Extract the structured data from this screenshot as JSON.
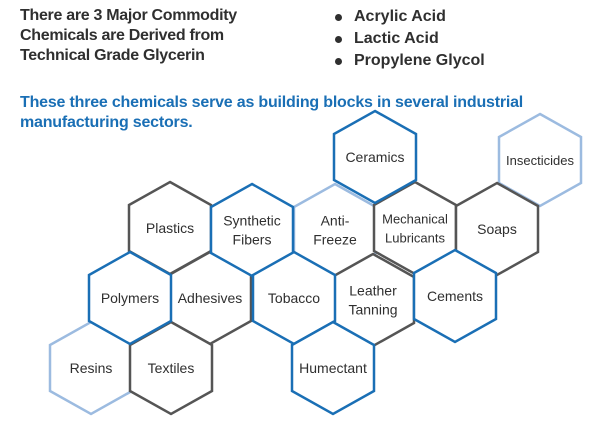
{
  "intro": {
    "line1": "There are 3 Major Commodity",
    "line2": "Chemicals are Derived from",
    "line3": "Technical Grade Glycerin"
  },
  "bullets": [
    "Acrylic Acid",
    "Lactic Acid",
    "Propylene Glycol"
  ],
  "subtitle": {
    "line1": "These three chemicals serve as building blocks in several industrial",
    "line2": "manufacturing sectors."
  },
  "colors": {
    "dark": "#555555",
    "blue": "#1a6fb5",
    "light_blue": "#9cbbe0",
    "text": "#2f2f2f"
  },
  "hexagons": [
    {
      "name": "ceramics",
      "lines": [
        "Ceramics"
      ],
      "style": "blue"
    },
    {
      "name": "insecticides",
      "lines": [
        "Insecticides"
      ],
      "style": "light"
    },
    {
      "name": "plastics",
      "lines": [
        "Plastics"
      ],
      "style": "dark"
    },
    {
      "name": "synthetic-fibers",
      "lines": [
        "Synthetic",
        "Fibers"
      ],
      "style": "blue"
    },
    {
      "name": "anti-freeze",
      "lines": [
        "Anti-",
        "Freeze"
      ],
      "style": "light"
    },
    {
      "name": "mechanical-lubricants",
      "lines": [
        "Mechanical",
        "Lubricants"
      ],
      "style": "dark"
    },
    {
      "name": "soaps",
      "lines": [
        "Soaps"
      ],
      "style": "dark"
    },
    {
      "name": "polymers",
      "lines": [
        "Polymers"
      ],
      "style": "blue"
    },
    {
      "name": "adhesives",
      "lines": [
        "Adhesives"
      ],
      "style": "dark"
    },
    {
      "name": "tobacco",
      "lines": [
        "Tobacco"
      ],
      "style": "blue"
    },
    {
      "name": "leather-tanning",
      "lines": [
        "Leather",
        "Tanning"
      ],
      "style": "dark"
    },
    {
      "name": "cements",
      "lines": [
        "Cements"
      ],
      "style": "blue"
    },
    {
      "name": "resins",
      "lines": [
        "Resins"
      ],
      "style": "light"
    },
    {
      "name": "textiles",
      "lines": [
        "Textiles"
      ],
      "style": "dark"
    },
    {
      "name": "humectant",
      "lines": [
        "Humectant"
      ],
      "style": "blue"
    }
  ]
}
